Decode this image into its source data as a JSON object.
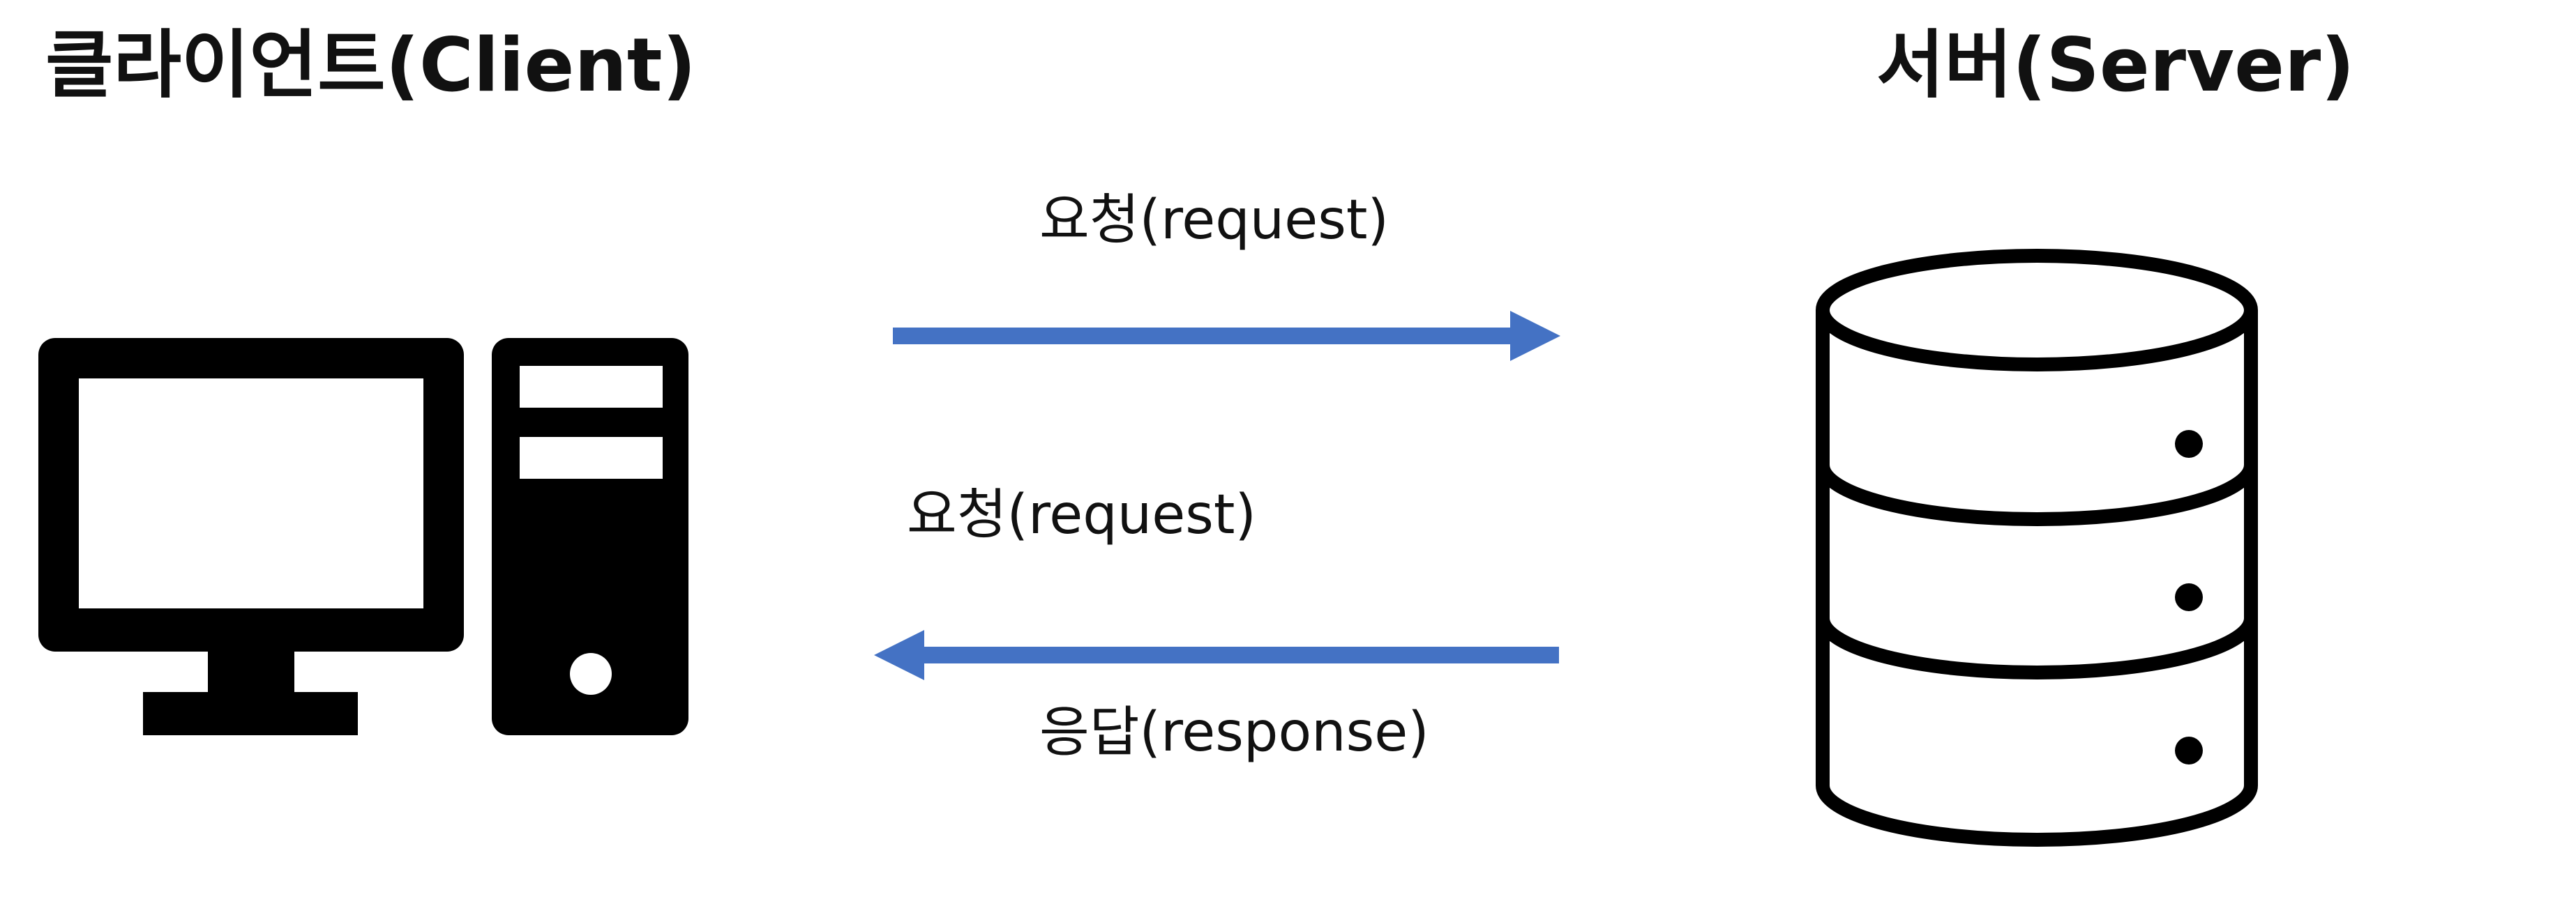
{
  "diagram": {
    "client": {
      "title": "클라이언트(Client)",
      "icon": "desktop-computer-icon"
    },
    "server": {
      "title": "서버(Server)",
      "icon": "database-server-icon"
    },
    "arrows": {
      "request_label_top": "요청(request)",
      "request_label_middle": "요청(request)",
      "response_label": "응답(response)"
    },
    "colors": {
      "arrow": "#4472C4",
      "icon": "#000000",
      "text": "#111111"
    }
  }
}
